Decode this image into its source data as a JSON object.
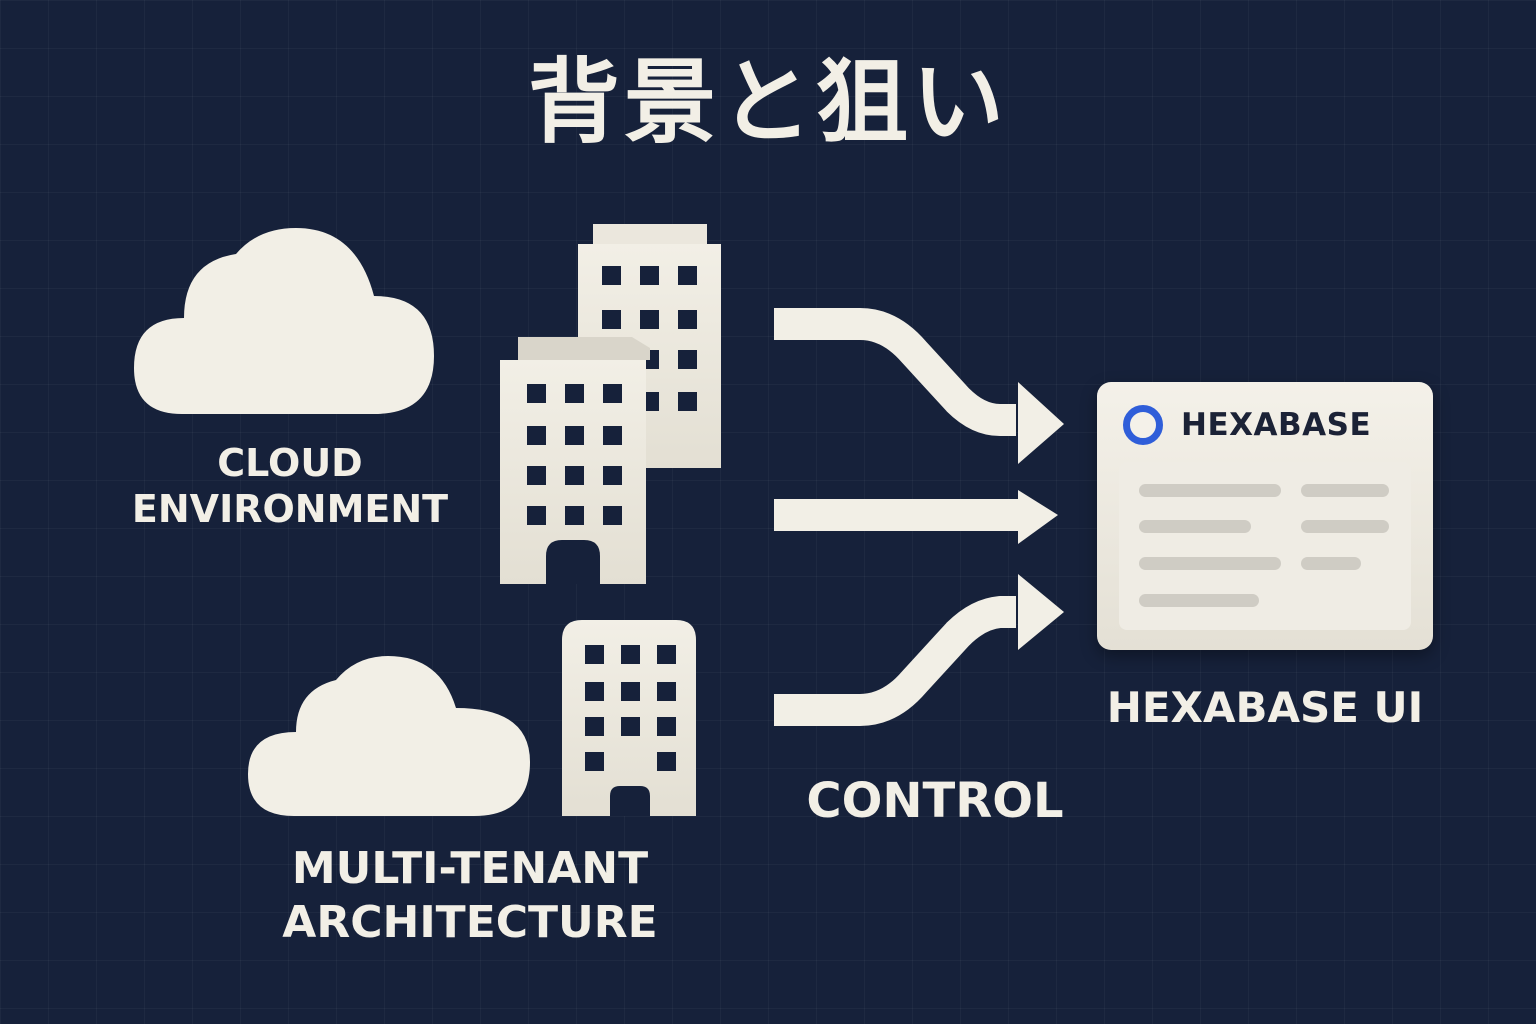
{
  "title": "背景と狙い",
  "labels": {
    "cloud_line1": "CLOUD",
    "cloud_line2": "ENVIRONMENT",
    "tenant_line1": "MULTI-TENANT",
    "tenant_line2": "ARCHITECTURE",
    "control": "CONTROL",
    "hexabase_ui": "HEXABASE UI"
  },
  "panel": {
    "brand": "HEXABASE",
    "logo_color": "#2f5ed9"
  },
  "icons": [
    "cloud-icon",
    "building-icon",
    "arrow-icon",
    "hexabase-logo-icon"
  ],
  "colors": {
    "background": "#16213a",
    "foreground": "#f2efe6",
    "accent": "#2f5ed9"
  }
}
